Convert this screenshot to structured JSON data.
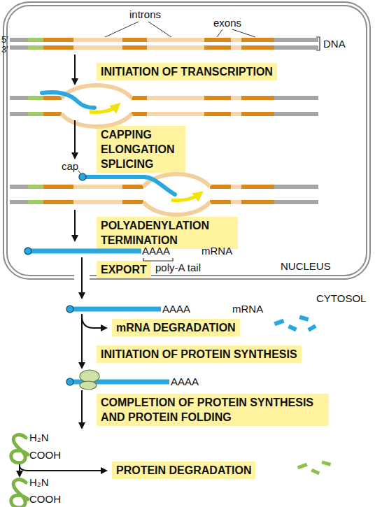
{
  "diagram": {
    "nodes": [
      {
        "text": [
          "NUCLEUS"
        ]
      },
      {
        "text": [
          "INITIATION OF TRANSCRIPTION"
        ],
        "in": 0
      },
      {
        "text": [
          "CAPPING ELONGATION SPLICING"
        ],
        "in": 0
      },
      {
        "text": [
          "POLYADENYLATION TERMINATION"
        ],
        "in": 0
      },
      {
        "text": [
          "EXPORT"
        ],
        "in": 0
      },
      {
        "text": [
          "mRNA DEGRADATION"
        ]
      },
      {
        "text": [
          "INITIATION OF PROTEIN SYNTHESIS"
        ]
      },
      {
        "text": [
          "COMPLETION OF PROTEIN SYNTHESIS AND PROTEIN FOLDING"
        ]
      },
      {
        "text": [
          "PROTEIN DEGRADATION"
        ]
      }
    ],
    "labels": [
      "introns",
      "exons",
      "5′",
      "3′",
      "DNA",
      "cap",
      "AAAA",
      "mRNA",
      "poly-A tail",
      "AAAA",
      "mRNA",
      "CYTOSOL",
      "AAAA",
      "H₂N",
      "COOH",
      "H₂N",
      "COOH"
    ]
  }
}
